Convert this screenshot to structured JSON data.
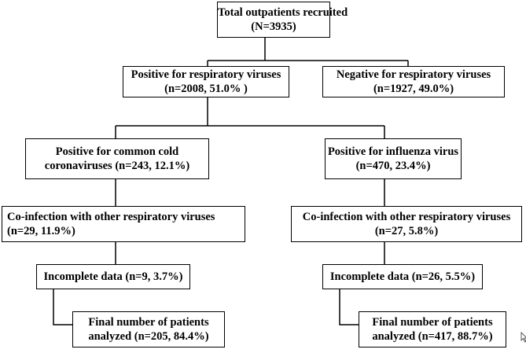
{
  "flowchart": {
    "total": {
      "line1": "Total outpatients recruited",
      "line2": "(N=3935)"
    },
    "positive": {
      "line1": "Positive for respiratory viruses",
      "line2": "(n=2008, 51.0% )"
    },
    "negative": {
      "line1": "Negative for respiratory viruses",
      "line2": "(n=1927, 49.0%)"
    },
    "coronavirus": {
      "line1": "Positive for common cold",
      "line2": "coronaviruses (n=243, 12.1%)"
    },
    "influenza": {
      "line1": "Positive for influenza virus",
      "line2": "(n=470, 23.4%)"
    },
    "cov_coinfection": {
      "line1": "Co-infection with other respiratory viruses",
      "line2": "(n=29, 11.9%)"
    },
    "flu_coinfection": {
      "line1": "Co-infection with other respiratory viruses",
      "line2": "(n=27, 5.8%)"
    },
    "cov_incomplete": {
      "line1": "Incomplete data (n=9, 3.7%)"
    },
    "flu_incomplete": {
      "line1": "Incomplete data (n=26, 5.5%)"
    },
    "cov_final": {
      "line1": "Final number of patients",
      "line2": "analyzed  (n=205, 84.4%)"
    },
    "flu_final": {
      "line1": "Final number of patients",
      "line2": "analyzed (n=417, 88.7%)"
    }
  }
}
